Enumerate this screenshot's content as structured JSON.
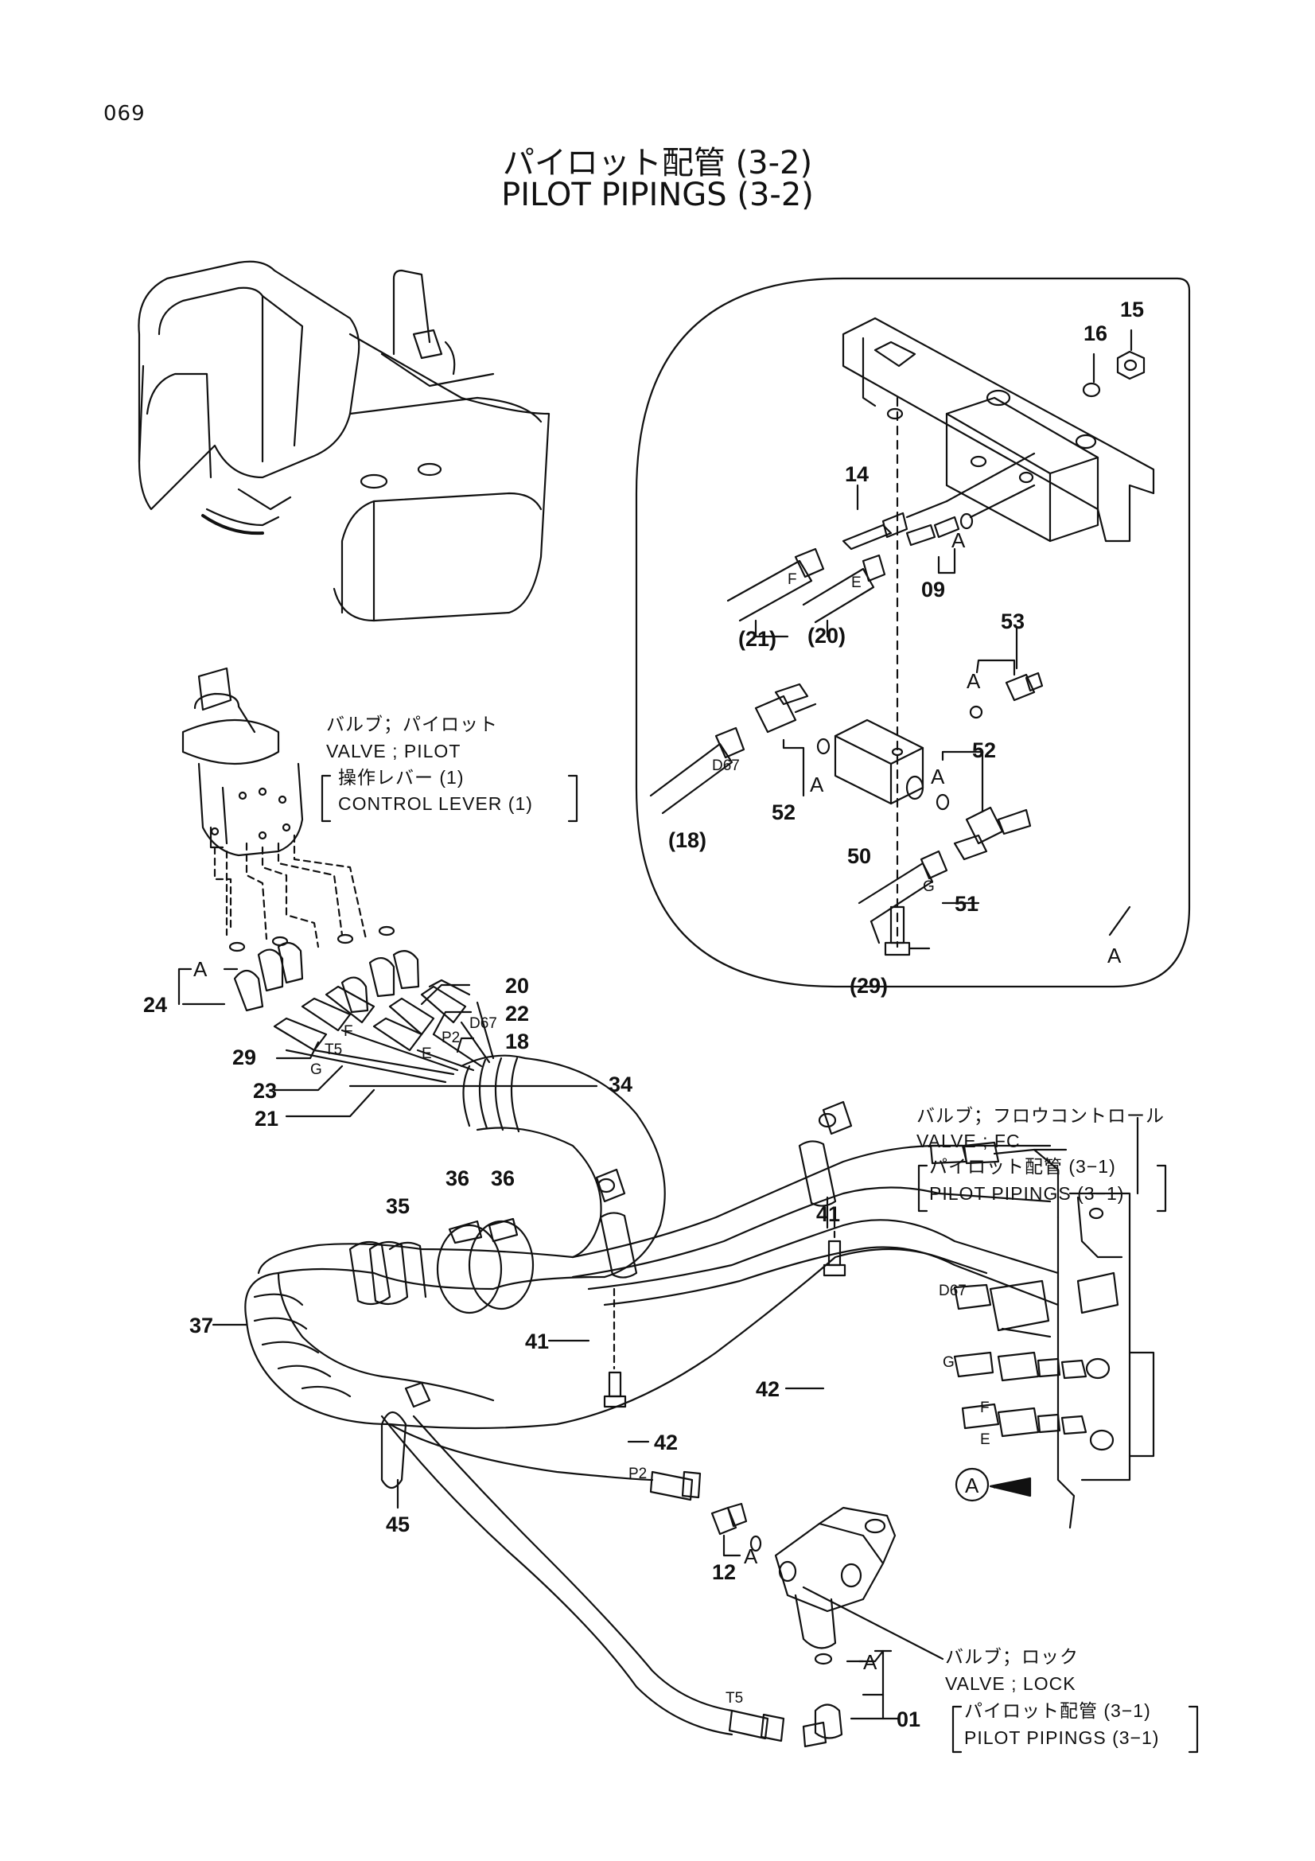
{
  "page_number": "069",
  "title_jp": "パイロット配管 (3-2)",
  "title_en": "PILOT PIPINGS (3-2)",
  "callouts": {
    "c15": "15",
    "c16": "16",
    "c14": "14",
    "c09": "09",
    "c21p": "(21)",
    "c20p": "(20)",
    "c53": "53",
    "c52a": "52",
    "c52b": "52",
    "c50": "50",
    "c18p": "(18)",
    "c29p": "(29)",
    "c51": "51",
    "c20": "20",
    "c22": "22",
    "c18": "18",
    "c24": "24",
    "c29": "29",
    "c23": "23",
    "c21": "21",
    "c34": "34",
    "c35": "35",
    "c36a": "36",
    "c36b": "36",
    "c37": "37",
    "c41a": "41",
    "c41b": "41",
    "c42a": "42",
    "c42b": "42",
    "c45": "45",
    "c12": "12",
    "c01": "01"
  },
  "port_labels": {
    "A": "A",
    "F": "F",
    "E": "E",
    "G": "G",
    "D67": "D67",
    "P2": "P2",
    "T5": "T5"
  },
  "notes": {
    "pilot_valve": {
      "jp": "バルブ；パイロット",
      "en": "VALVE ; PILOT",
      "ref_jp": "操作レバー (1)",
      "ref_en": "CONTROL LEVER (1)"
    },
    "fc_valve": {
      "jp": "バルブ；フロウコントロール",
      "en": "VALVE ; FC",
      "ref_jp": "パイロット配管 (3−1)",
      "ref_en": "PILOT PIPINGS (3−1)"
    },
    "lock_valve": {
      "jp": "バルブ；ロック",
      "en": "VALVE ; LOCK",
      "ref_jp": "パイロット配管 (3−1)",
      "ref_en": "PILOT PIPINGS (3−1)"
    }
  }
}
